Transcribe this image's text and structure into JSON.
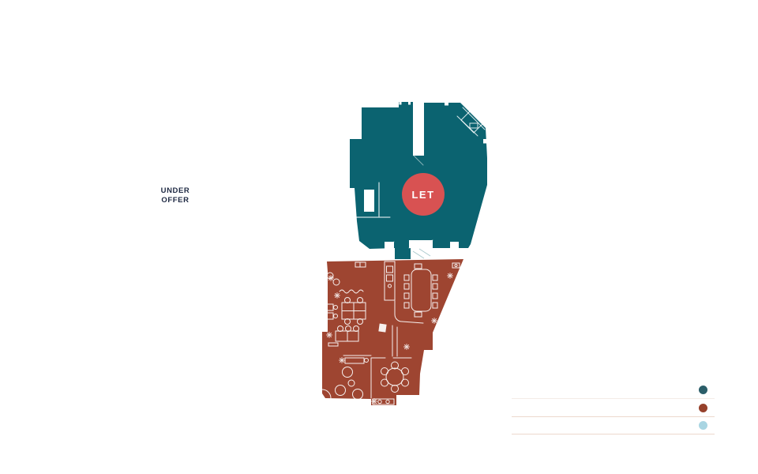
{
  "page": {
    "background": "#ffffff"
  },
  "floorplan": {
    "upper_floor": {
      "status_label": "LET",
      "fill": "#0b6370",
      "badge_fill": "#d85252",
      "badge_text_color": "#ffffff"
    },
    "lower_floor": {
      "fill": "#9e4531",
      "label_line1": "UNDER",
      "label_line2": "OFFER",
      "label_color": "#1e2943"
    }
  },
  "legend": {
    "divider_color": "#ecd9cd",
    "divider_color_light": "#f3ece7",
    "rows": [
      {
        "dot_color": "#2b5e69"
      },
      {
        "dot_color": "#96412b"
      },
      {
        "dot_color": "#a9d5e2"
      }
    ]
  }
}
